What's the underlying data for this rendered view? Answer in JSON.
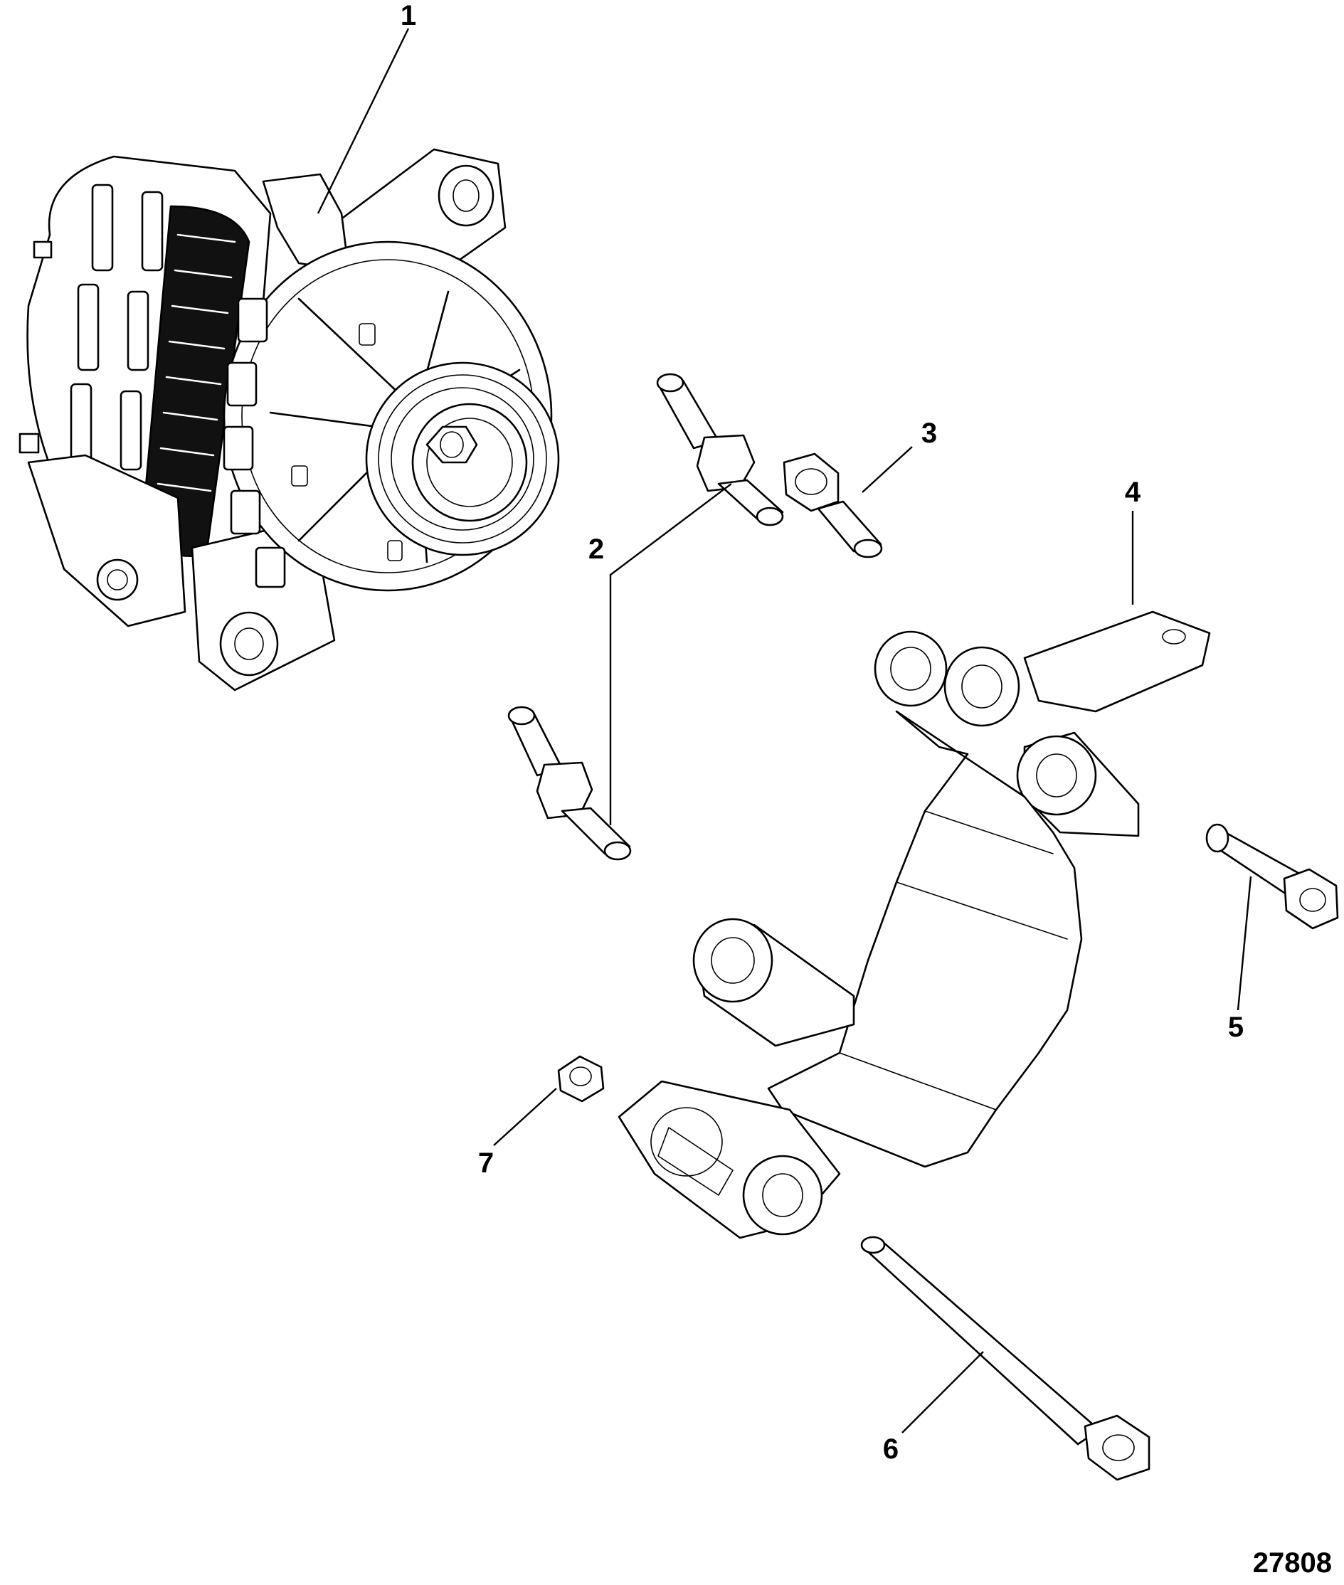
{
  "callouts": [
    {
      "id": "1",
      "label": "1"
    },
    {
      "id": "2",
      "label": "2"
    },
    {
      "id": "3",
      "label": "3"
    },
    {
      "id": "4",
      "label": "4"
    },
    {
      "id": "5",
      "label": "5"
    },
    {
      "id": "6",
      "label": "6"
    },
    {
      "id": "7",
      "label": "7"
    }
  ],
  "figure_number": "27808",
  "colors": {
    "line": "#000000",
    "background": "#ffffff"
  }
}
